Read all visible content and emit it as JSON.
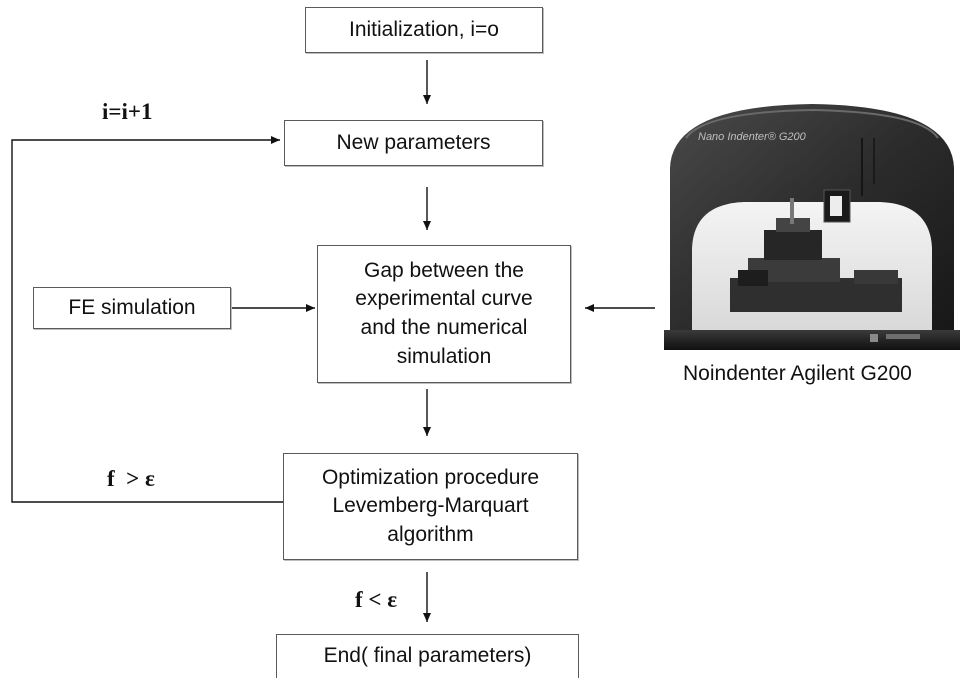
{
  "flowchart": {
    "nodes": {
      "init": "Initialization, i=o",
      "new_params": "New parameters",
      "gap": [
        "Gap between the",
        "experimental curve",
        "and the numerical",
        "simulation"
      ],
      "fe": "FE simulation",
      "optim": [
        "Optimization procedure",
        "Levemberg-Marquart",
        "algorithm"
      ],
      "end": "End( final parameters)"
    },
    "loop_labels": {
      "increment": "i=i+1",
      "not_converged": "f  > ε",
      "converged": "f < ε"
    }
  },
  "instrument": {
    "caption": "Noindenter Agilent G200",
    "front_label": "Nano Indenter® G200"
  }
}
